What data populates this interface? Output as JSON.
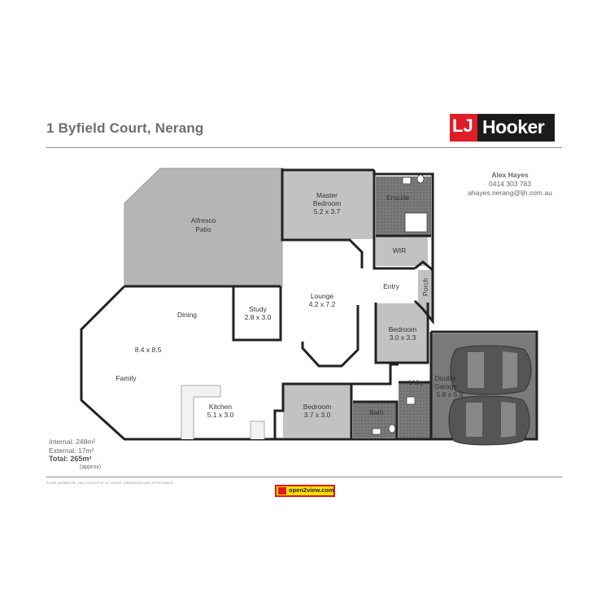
{
  "header": {
    "address": "1 Byfield Court, Nerang"
  },
  "logo": {
    "mark": "LJ",
    "brand": "Hooker",
    "colors": {
      "red": "#e01e25",
      "black": "#1b1b1b",
      "accent": "#ffde00"
    }
  },
  "agent": {
    "name": "Alex Hayes",
    "phone": "0414 303 783",
    "email": "ahayes.nerang@ljh.com.au"
  },
  "areas": {
    "internal": "Internal: 248m²",
    "external": "External: 17m²",
    "total": "Total: 265m²",
    "approx": "(approx)"
  },
  "disclaimer": "PLANS SHOWN ARE ONLY INDICATIVE OF LAYOUT. DIMENSIONS ARE APPROXIMATE.",
  "partner_badge": {
    "label": "open2view.com"
  },
  "rooms": {
    "alfresco": {
      "name_line1": "Alfresco",
      "name_line2": "Patio"
    },
    "master": {
      "name_line1": "Master",
      "name_line2": "Bedroom",
      "size": "5.2 x 3.7"
    },
    "ensuite": {
      "name": "Ensuite"
    },
    "wir": {
      "name": "WIR"
    },
    "lounge": {
      "name": "Lounge",
      "size": "4.2 x 7.2"
    },
    "entry": {
      "name": "Entry"
    },
    "porch": {
      "name": "Porch"
    },
    "study": {
      "name": "Study",
      "size": "2.8 x 3.0"
    },
    "dining": {
      "name": "Dining"
    },
    "family": {
      "name": "Family",
      "size": "8.4 x 8.5"
    },
    "bedroom2": {
      "name": "Bedroom",
      "size": "3.0 x 3.3"
    },
    "garage": {
      "name_line1": "Double",
      "name_line2": "Garage",
      "size": "5.8 x 5.8"
    },
    "kitchen": {
      "name": "Kitchen",
      "size": "5.1 x 3.0"
    },
    "bedroom3": {
      "name": "Bedroom",
      "size": "3.7 x 3.0"
    },
    "bath": {
      "name": "Bath"
    },
    "laundry": {
      "name": "L'dry"
    }
  },
  "colors": {
    "wall": "#222222",
    "patio_fill": "#b5b5b5",
    "carpet_fill": "#c2c2c2",
    "tile_fill": "#7a7a7a",
    "floor_fill": "#ffffff"
  }
}
